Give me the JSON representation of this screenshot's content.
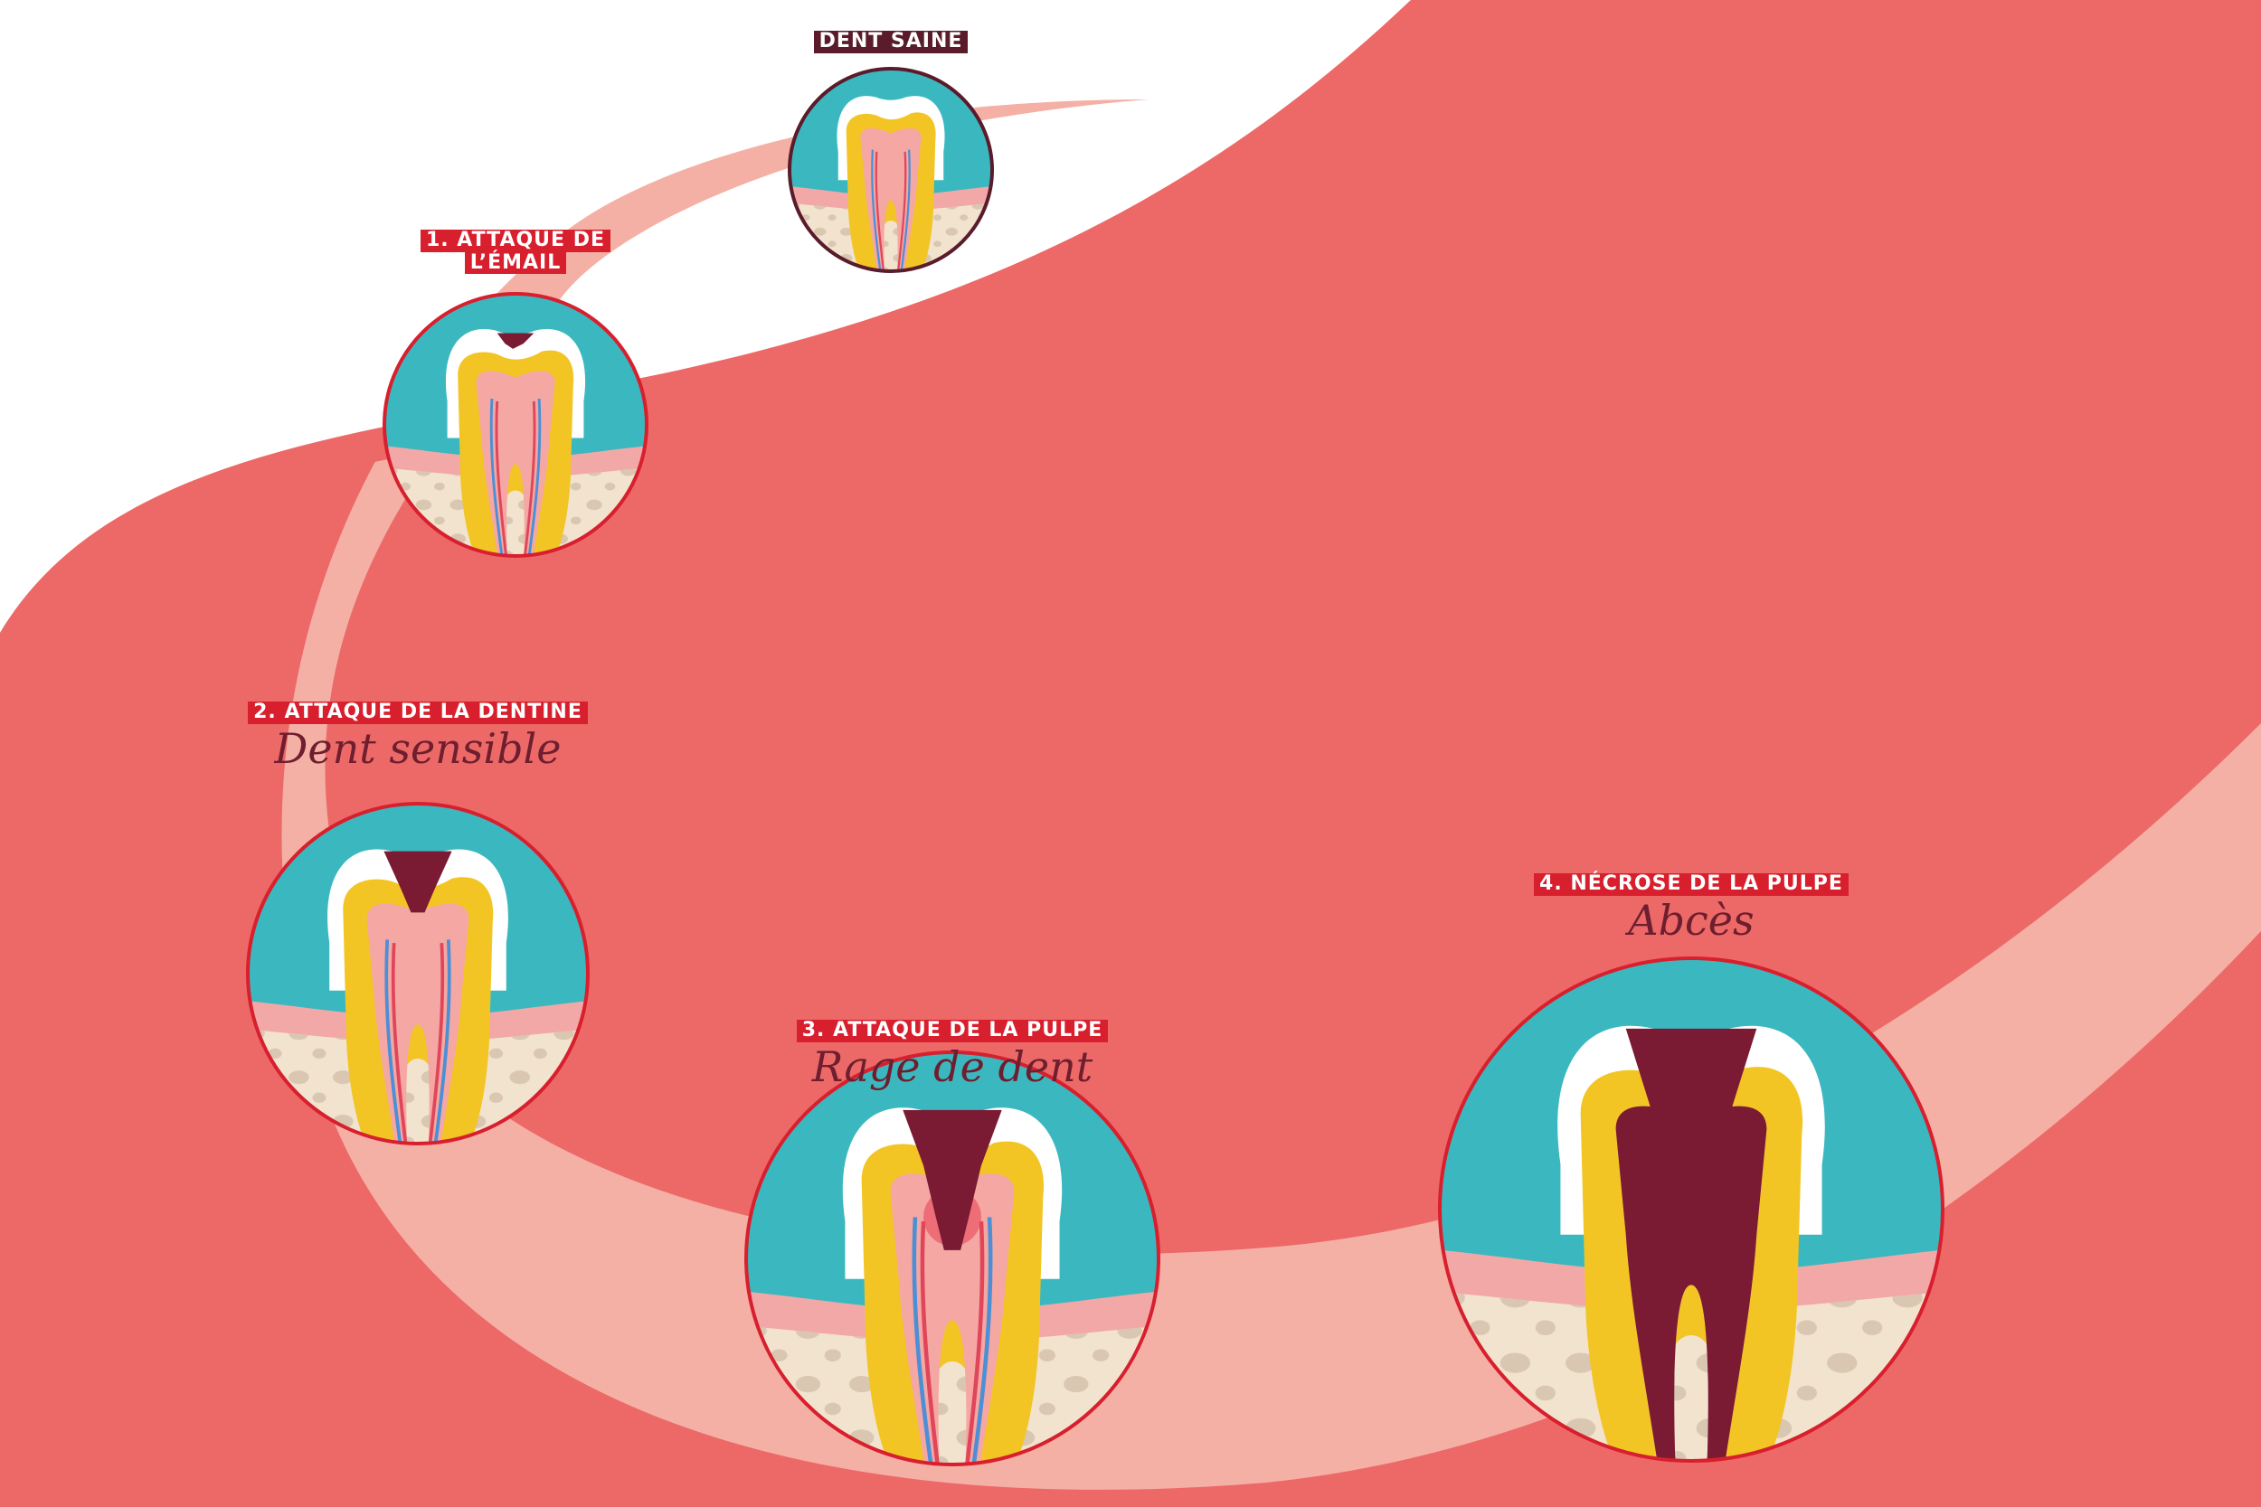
{
  "colors": {
    "background": "#ffffff",
    "wave": "#ec6967",
    "path": "#f5b0a6",
    "label_red": "#d81f2e",
    "label_dark": "#5a1b2a",
    "gum_teal": "#3bb8bf",
    "gum_pink": "#f3a8a8",
    "enamel": "#ffffff",
    "dentin": "#f2c524",
    "pulp": "#f4a7a3",
    "bone": "#f2e3cf",
    "decay": "#7a1a33"
  },
  "stages": [
    {
      "id": "dent-saine",
      "title": "DENT SAINE",
      "subtitle": "",
      "decay": 0,
      "icon": "healthy-tooth-icon"
    },
    {
      "id": "attaque-email",
      "title": "1. ATTAQUE DE\nL’ÉMAIL",
      "subtitle": "",
      "decay": 1,
      "icon": "enamel-decay-tooth-icon"
    },
    {
      "id": "attaque-dentine",
      "title": "2. ATTAQUE DE LA DENTINE",
      "subtitle": "Dent sensible",
      "decay": 2,
      "icon": "dentin-decay-tooth-icon"
    },
    {
      "id": "attaque-pulpe",
      "title": "3. ATTAQUE DE LA PULPE",
      "subtitle": "Rage de dent",
      "decay": 3,
      "icon": "pulp-decay-tooth-icon"
    },
    {
      "id": "necrose-pulpe",
      "title": "4. NÉCROSE DE LA PULPE",
      "subtitle": "Abcès",
      "decay": 4,
      "icon": "pulp-necrosis-tooth-icon"
    }
  ]
}
